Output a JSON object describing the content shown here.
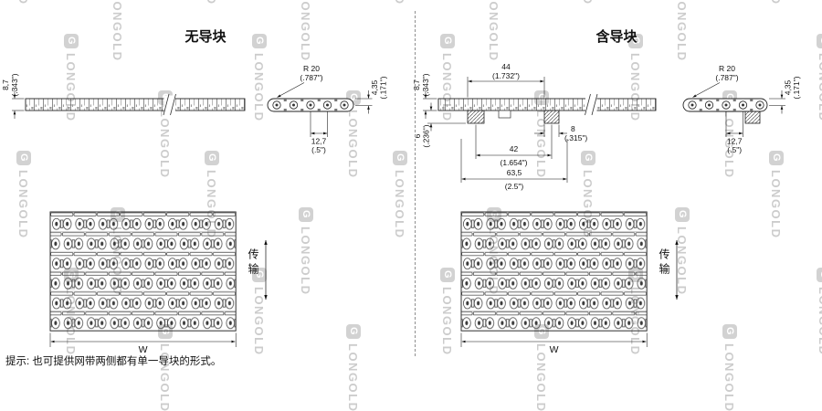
{
  "watermark": {
    "text": "LONGOLD",
    "logo_glyph": "G"
  },
  "panels": {
    "left": {
      "title": "无导块",
      "dims": {
        "belt_height_mm": "8,7",
        "belt_height_in": "(.343\")",
        "radius_mm": "R 20",
        "radius_in": "(.787\")",
        "pin_height_mm": "4,35",
        "pin_height_in": "(.171\")",
        "pitch_mm": "12,7",
        "pitch_in": "(.5\")"
      },
      "top_view": {
        "width_label": "W",
        "direction_label": "传输"
      }
    },
    "right": {
      "title": "含导块",
      "dims": {
        "top_span_mm": "44",
        "top_span_in": "(1.732\")",
        "belt_height_mm": "8,7",
        "belt_height_in": "(.343\")",
        "guide_height_mm": "6",
        "guide_height_in": "(.236\")",
        "guide_width_mm": "8",
        "guide_width_in": "(.315\")",
        "guide_span_mm": "42",
        "guide_span_in": "(1.654\")",
        "outer_span_mm": "63,5",
        "outer_span_in": "(2.5\")",
        "radius_mm": "R 20",
        "radius_in": "(.787\")",
        "pin_height_mm": "4,35",
        "pin_height_in": "(.171\")",
        "pitch_mm": "12,7",
        "pitch_in": "(.5\")"
      },
      "top_view": {
        "width_label": "W",
        "direction_label": "传输"
      }
    }
  },
  "footer": {
    "note": "提示: 也可提供网带两侧都有单一导块的形式。"
  }
}
